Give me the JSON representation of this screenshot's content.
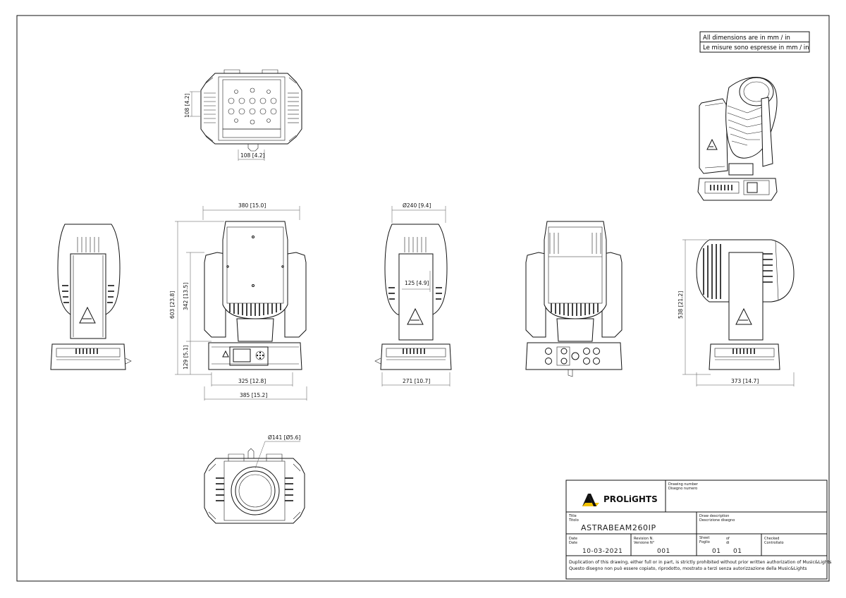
{
  "notice": {
    "line1": "All dimensions are in mm / in",
    "line2": "Le misure sono espresse in mm / in"
  },
  "dimensions": {
    "top_height": "108 [4.2]",
    "top_width": "108 [4.2]",
    "overall_width": "380 [15.0]",
    "overall_height": "603 [23.8]",
    "arm_height": "342 [13.5]",
    "base_height": "129 [5.1]",
    "base_width": "325 [12.8]",
    "foot_width": "385 [15.2]",
    "head_diameter": "Ø240 [9.4]",
    "head_offset": "125 [4.9]",
    "side_base_width": "271 [10.7]",
    "tilt_height": "538 [21.2]",
    "tilt_width": "373 [14.7]",
    "lens_diameter": "Ø141 [Ø5.6]"
  },
  "title_block": {
    "brand": "PROLiGHTS",
    "drawing_number_label_en": "Drawing number",
    "drawing_number_label_it": "Disegno numero",
    "drawing_description_label_en": "Draw description",
    "drawing_description_label_it": "Descrizione disegno",
    "title_label_en": "Title",
    "title_label_it": "Titolo",
    "title_value": "ASTRABEAM260IP",
    "date_label_en": "Date",
    "date_label_it": "Date",
    "date_value": "10-03-2021",
    "revision_label_en": "Revision N.",
    "revision_label_it": "Versione N°",
    "revision_value": "001",
    "sheet_label_en": "Sheet",
    "sheet_label_it": "Foglio",
    "of_label_en": "of",
    "of_label_it": "di",
    "sheet_value": "01",
    "of_value": "01",
    "checked_label_en": "Checked",
    "checked_label_it": "Controllato",
    "copyright_en": "Duplication of this drawing, either full or in part, is strictly prohibited without prior written authorization of Music&Lights",
    "copyright_it": "Questo disegno non può essere copiato, riprodotto, mostrato a terzi senza autorizzazione della Music&Lights"
  },
  "colors": {
    "line": "#111111",
    "logo_yellow": "#f2c200",
    "paper": "#ffffff"
  }
}
